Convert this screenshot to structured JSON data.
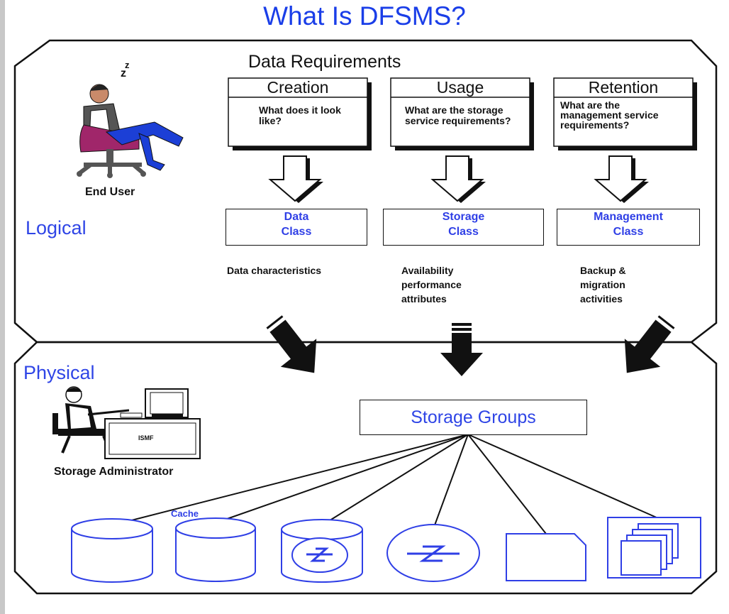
{
  "title": "What Is DFSMS?",
  "sections": {
    "logical": "Logical",
    "physical": "Physical"
  },
  "data_requirements": "Data Requirements",
  "requirements": [
    {
      "header": "Creation",
      "question": "What does it look like?"
    },
    {
      "header": "Usage",
      "question": "What are the storage service requirements?"
    },
    {
      "header": "Retention",
      "question": "What are the management service requirements?"
    }
  ],
  "classes": [
    {
      "line1": "Data",
      "line2": "Class",
      "description": "Data characteristics"
    },
    {
      "line1": "Storage",
      "line2": "Class",
      "description": "Availability performance attributes"
    },
    {
      "line1": "Management",
      "line2": "Class",
      "description": "Backup & migration activities"
    }
  ],
  "end_user_label": "End User",
  "storage_admin_label": "Storage Administrator",
  "ismf_label": "ISMF",
  "storage_groups_label": "Storage Groups",
  "cache_label": "Cache",
  "colors": {
    "title_blue": "#1a3ee8",
    "device_blue": "#2f3fe6",
    "line": "#111111"
  }
}
